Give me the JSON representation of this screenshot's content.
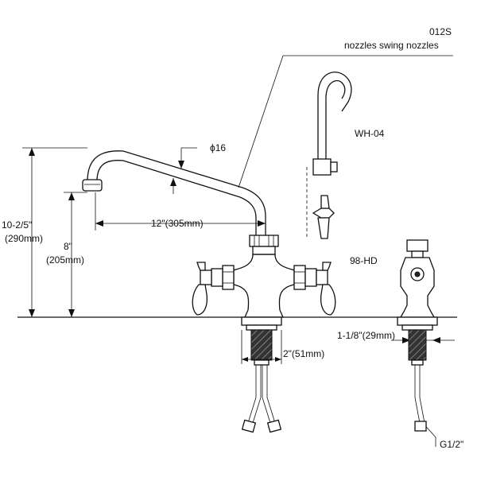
{
  "labels": {
    "model_code": "012S",
    "model_desc": "nozzles swing nozzles",
    "nozzle_code": "WH-04",
    "handle_code": "98-HD",
    "diameter": "ϕ16",
    "spout_reach": "12\"(305mm)",
    "overall_height_in": "10-2/5\"",
    "overall_height_mm": "(290mm)",
    "spout_height_in": "8\"",
    "spout_height_mm": "(205mm)",
    "shank_width": "2\"(51mm)",
    "shank_diameter": "1-1/8\"(29mm)",
    "thread": "G1/2\""
  }
}
